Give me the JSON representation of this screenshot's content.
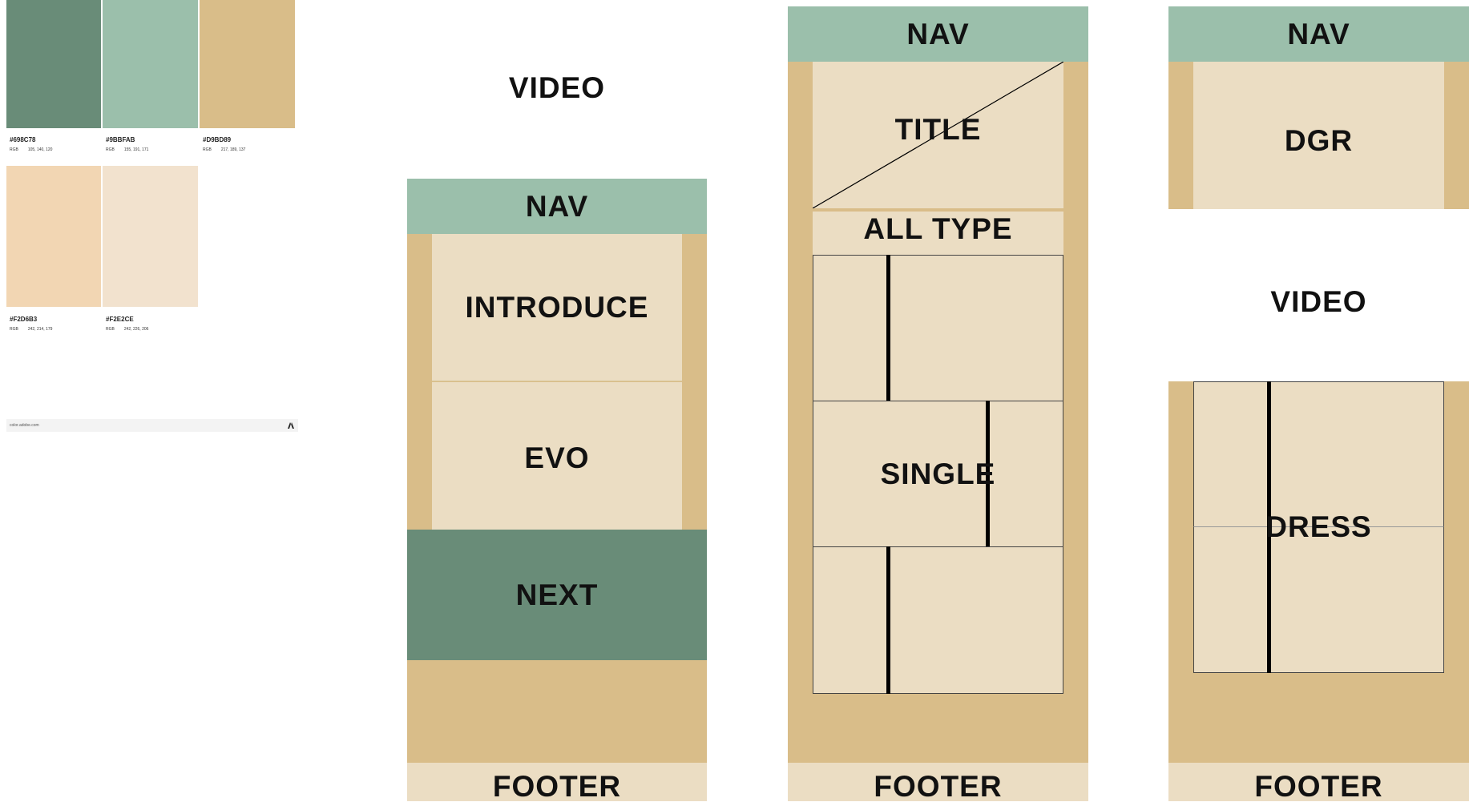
{
  "colors": {
    "dark_green": "#698C78",
    "sage": "#9BBFAB",
    "tan": "#D9BD89",
    "peach": "#F2D6B3",
    "cream": "#F2E2CE",
    "panel": "#EBDDC3"
  },
  "palette": {
    "swatches": [
      {
        "hex": "#698C78",
        "rgb_label": "RGB",
        "rgb": "105, 140, 120"
      },
      {
        "hex": "#9BBFAB",
        "rgb_label": "RGB",
        "rgb": "155, 191, 171"
      },
      {
        "hex": "#D9BD89",
        "rgb_label": "RGB",
        "rgb": "217, 189, 137"
      },
      {
        "hex": "#F2D6B3",
        "rgb_label": "RGB",
        "rgb": "242, 214, 179"
      },
      {
        "hex": "#F2E2CE",
        "rgb_label": "RGB",
        "rgb": "242, 226, 206"
      }
    ],
    "footer_url": "color.adobe.com",
    "footer_logo": "adobe-logo-icon"
  },
  "layout1": {
    "video": "VIDEO",
    "nav": "NAV",
    "introduce": "INTRODUCE",
    "evo": "EVO",
    "next": "NEXT",
    "footer": "FOOTER"
  },
  "layout2": {
    "nav": "NAV",
    "title": "TITLE",
    "all_type": "ALL TYPE",
    "single": "SINGLE",
    "footer": "FOOTER"
  },
  "layout3": {
    "nav": "NAV",
    "dgr": "DGR",
    "video": "VIDEO",
    "dress": "DRESS",
    "footer": "FOOTER"
  }
}
